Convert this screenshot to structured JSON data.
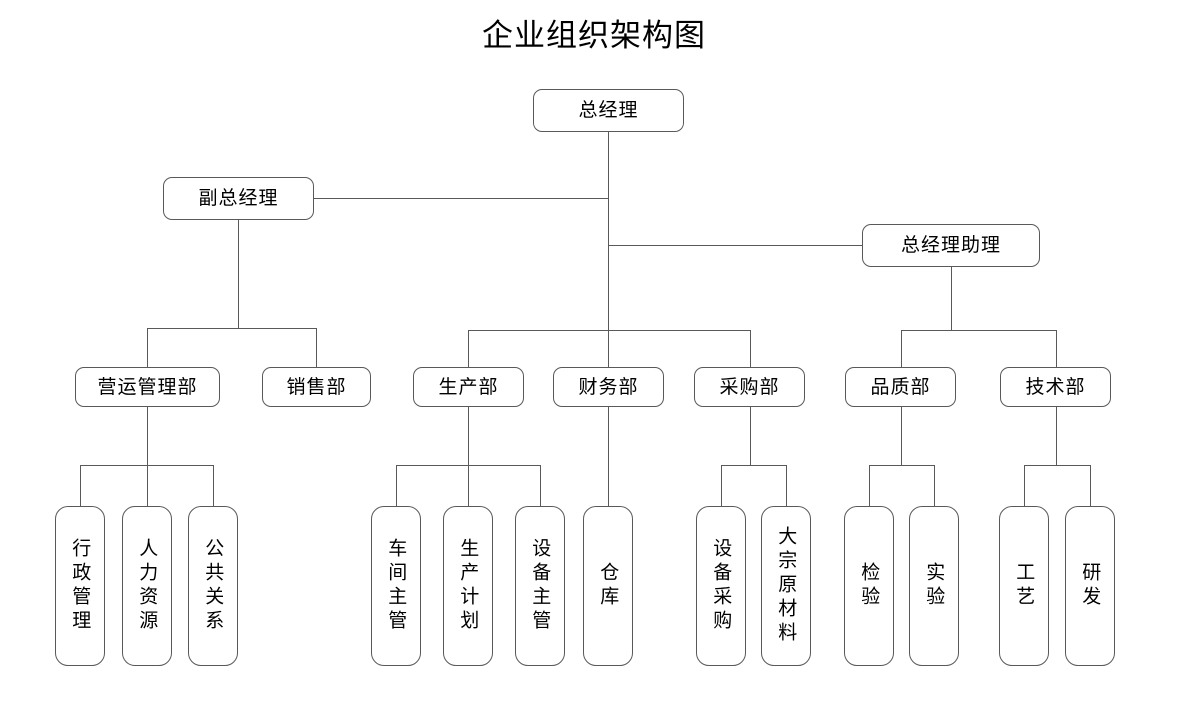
{
  "chart": {
    "title": "企业组织架构图",
    "type": "org-chart",
    "line_color": "#595959",
    "box_fill": "#ffffff",
    "text_color": "#000000"
  },
  "nodes": {
    "gm": {
      "label": "总经理",
      "level": 0
    },
    "deputy_gm": {
      "label": "副总经理",
      "level": 1
    },
    "gm_assistant": {
      "label": "总经理助理",
      "level": 1
    },
    "operations": {
      "label": "营运管理部",
      "level": 2
    },
    "sales": {
      "label": "销售部",
      "level": 2
    },
    "production": {
      "label": "生产部",
      "level": 2
    },
    "finance": {
      "label": "财务部",
      "level": 2
    },
    "procurement": {
      "label": "采购部",
      "level": 2
    },
    "quality": {
      "label": "品质部",
      "level": 2
    },
    "technology": {
      "label": "技术部",
      "level": 2
    },
    "admin": {
      "label": "行政管理",
      "level": 3
    },
    "hr": {
      "label": "人力资源",
      "level": 3
    },
    "pr": {
      "label": "公共关系",
      "level": 3
    },
    "workshop": {
      "label": "车间主管",
      "level": 3
    },
    "prod_plan": {
      "label": "生产计划",
      "level": 3
    },
    "equip_sup": {
      "label": "设备主管",
      "level": 3
    },
    "warehouse": {
      "label": "仓库",
      "level": 3
    },
    "equip_purchase": {
      "label": "设备采购",
      "level": 3
    },
    "raw_material": {
      "label": "大宗原材料",
      "level": 3
    },
    "inspection": {
      "label": "检验",
      "level": 3
    },
    "experiment": {
      "label": "实验",
      "level": 3
    },
    "process": {
      "label": "工艺",
      "level": 3
    },
    "rnd": {
      "label": "研发",
      "level": 3
    }
  },
  "hierarchy": {
    "root": "总经理",
    "edges": [
      {
        "from": "总经理",
        "to": "副总经理"
      },
      {
        "from": "总经理",
        "to": "总经理助理"
      },
      {
        "from": "总经理",
        "to": "生产部"
      },
      {
        "from": "总经理",
        "to": "财务部"
      },
      {
        "from": "总经理",
        "to": "采购部"
      },
      {
        "from": "副总经理",
        "to": "营运管理部"
      },
      {
        "from": "副总经理",
        "to": "销售部"
      },
      {
        "from": "总经理助理",
        "to": "品质部"
      },
      {
        "from": "总经理助理",
        "to": "技术部"
      },
      {
        "from": "营运管理部",
        "to": "行政管理"
      },
      {
        "from": "营运管理部",
        "to": "人力资源"
      },
      {
        "from": "营运管理部",
        "to": "公共关系"
      },
      {
        "from": "生产部",
        "to": "车间主管"
      },
      {
        "from": "生产部",
        "to": "生产计划"
      },
      {
        "from": "生产部",
        "to": "设备主管"
      },
      {
        "from": "财务部",
        "to": "仓库"
      },
      {
        "from": "采购部",
        "to": "设备采购"
      },
      {
        "from": "采购部",
        "to": "大宗原材料"
      },
      {
        "from": "品质部",
        "to": "检验"
      },
      {
        "from": "品质部",
        "to": "实验"
      },
      {
        "from": "技术部",
        "to": "工艺"
      },
      {
        "from": "技术部",
        "to": "研发"
      }
    ]
  }
}
